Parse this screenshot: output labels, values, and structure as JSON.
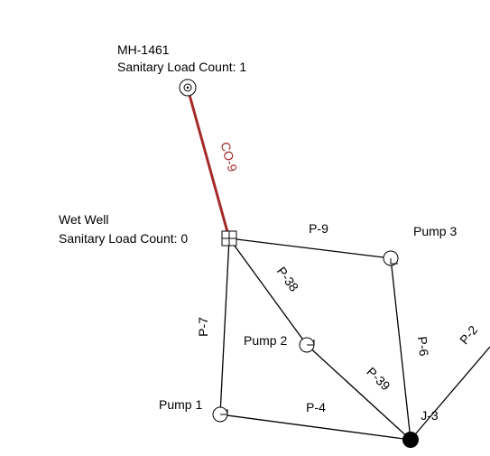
{
  "colors": {
    "background": "#ffffff",
    "pipe": "#000000",
    "forcemain": "#a52a2a",
    "node_fill": "#000000"
  },
  "nodes": {
    "manhole": {
      "name": "MH-1461",
      "load": "Sanitary Load Count: 1",
      "icon": "manhole-icon"
    },
    "wetwell": {
      "name": "Wet Well",
      "load": "Sanitary Load Count: 0",
      "icon": "wet-well-icon"
    },
    "pump1": {
      "name": "Pump 1",
      "icon": "pump-icon"
    },
    "pump2": {
      "name": "Pump 2",
      "icon": "pump-icon"
    },
    "pump3": {
      "name": "Pump 3",
      "icon": "pump-icon"
    },
    "junction": {
      "name": "J-3",
      "icon": "junction-icon"
    }
  },
  "links": {
    "co9": "CO-9",
    "p9": "P-9",
    "p38": "P-38",
    "p7": "P-7",
    "p6": "P-6",
    "p39": "P-39",
    "p4": "P-4",
    "p2": "P-2"
  }
}
